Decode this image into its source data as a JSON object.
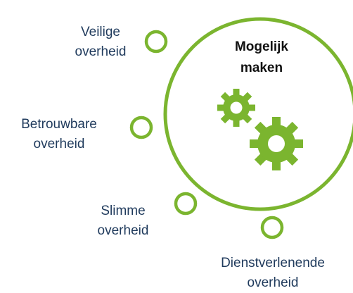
{
  "colors": {
    "accent": "#7bb52f",
    "label_text": "#1f3a5c",
    "title_text": "#111111",
    "background": "#ffffff"
  },
  "center": {
    "title_line1": "Mogelijk",
    "title_line2": "maken",
    "icon": "gears-icon"
  },
  "items": [
    {
      "line1": "Veilige",
      "line2": "overheid"
    },
    {
      "line1": "Betrouwbare",
      "line2": "overheid"
    },
    {
      "line1": "Slimme",
      "line2": "overheid"
    },
    {
      "line1": "Dienstverlenende",
      "line2": "overheid"
    }
  ]
}
